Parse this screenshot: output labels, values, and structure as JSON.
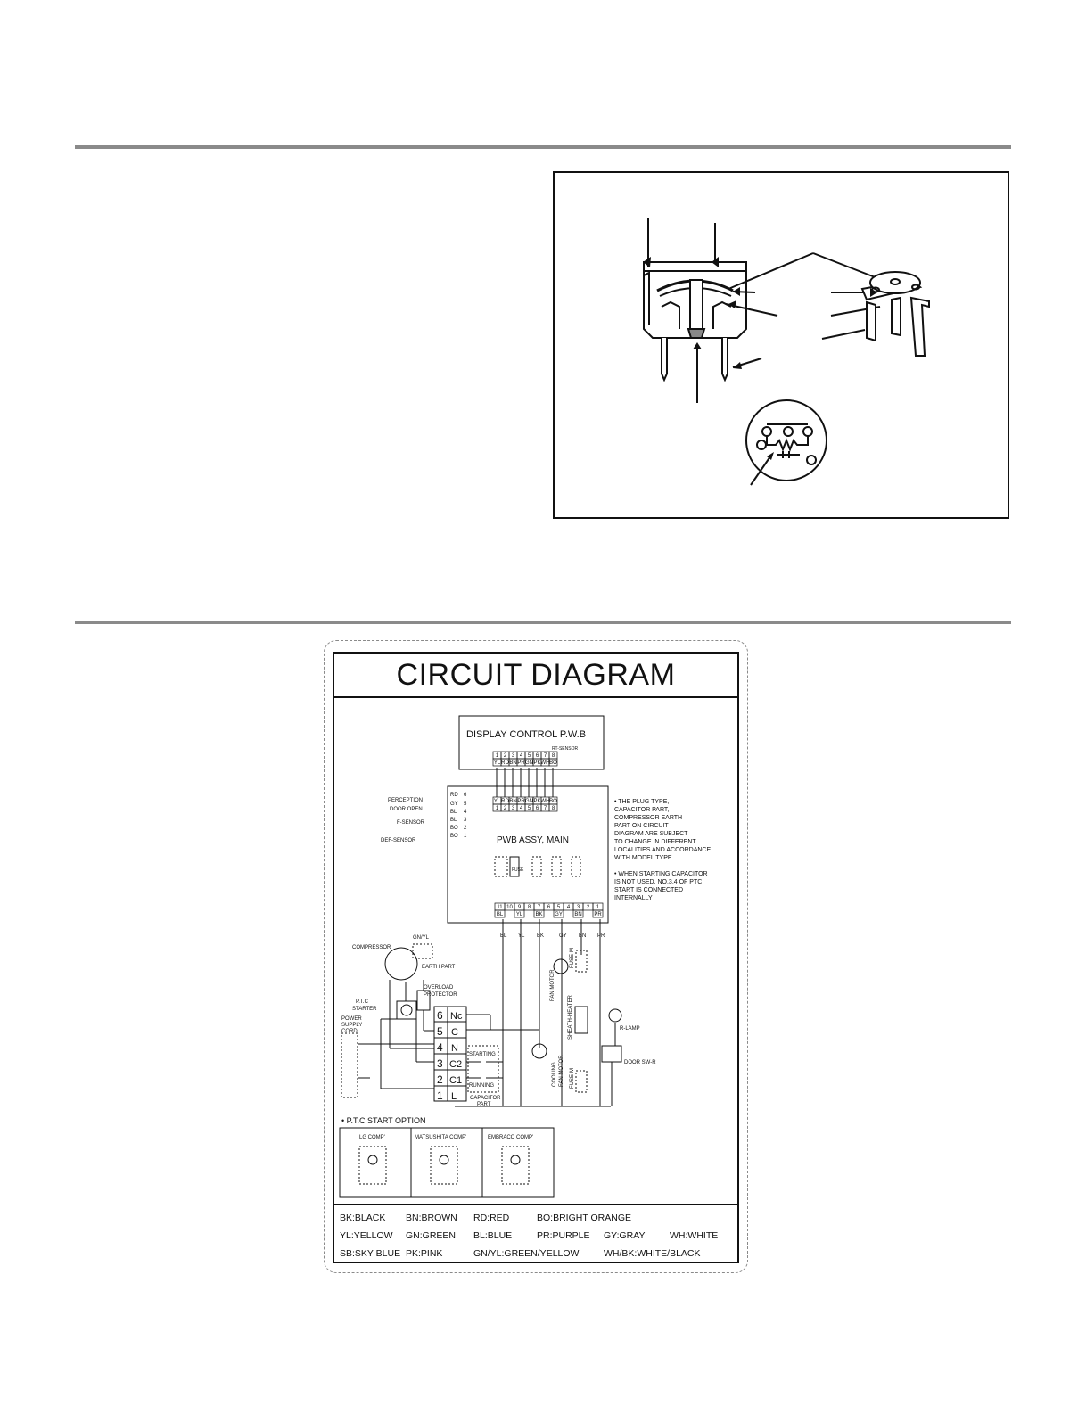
{
  "circuit": {
    "title": "CIRCUIT DIAGRAM",
    "display_pwb": "DISPLAY CONTROL P.W.B",
    "rt_sensor": "RT-SENSOR",
    "display_pins": [
      "1",
      "2",
      "3",
      "4",
      "5",
      "6",
      "7",
      "8"
    ],
    "display_colors": [
      "YL",
      "RD",
      "BN",
      "PR",
      "GN",
      "PK",
      "WH",
      "BO"
    ],
    "main_pwb": "PWB ASSY, MAIN",
    "fuse": "FUSE",
    "sensors": [
      {
        "label": "PERCEPTION",
        "color": "RD",
        "pin": "6"
      },
      {
        "label": "DOOR OPEN",
        "color": "GY",
        "pin": "5"
      },
      {
        "label": "",
        "color": "BL",
        "pin": "4"
      },
      {
        "label": "F-SENSOR",
        "color": "BL",
        "pin": "3"
      },
      {
        "label": "",
        "color": "BO",
        "pin": "2"
      },
      {
        "label": "DEF-SENSOR",
        "color": "BO",
        "pin": "1"
      }
    ],
    "out_pins": [
      "11",
      "10",
      "9",
      "8",
      "7",
      "6",
      "5",
      "4",
      "3",
      "2",
      "1"
    ],
    "out_colors": [
      "BL",
      "YL",
      "BK",
      "GY",
      "BN",
      "PR"
    ],
    "wire_labels": [
      "BL",
      "YL",
      "BK",
      "GY",
      "BN",
      "PR"
    ],
    "notes": [
      "• THE PLUG TYPE,",
      "  CAPACITOR PART,",
      "  COMPRESSOR EARTH",
      "  PART ON CIRCUIT",
      "  DIAGRAM ARE SUBJECT",
      "  TO CHANGE IN DIFFERENT",
      "  LOCALITIES AND ACCORDANCE",
      "  WITH MODEL TYPE",
      "",
      "• WHEN STARTING CAPACITOR",
      "  IS NOT USED, NO.3,4 OF PTC",
      "  START IS CONNECTED",
      "  INTERNALLY"
    ],
    "compressor": "COMPRESSOR",
    "gnyl": "GN/YL",
    "earth_part": "EARTH PART",
    "overload": [
      "OVERLOAD",
      "PROTECTOR"
    ],
    "ptc_starter": [
      "P.T.C",
      "STARTER"
    ],
    "power_cord": [
      "POWER",
      "SUPPLY",
      "CORD"
    ],
    "terminal_nums": [
      "6",
      "5",
      "4",
      "3",
      "2",
      "1"
    ],
    "terminal_letters": [
      "Nc",
      "C",
      "N",
      "C2",
      "C1",
      "L"
    ],
    "starting": "STARTING",
    "running": "RUNNING",
    "capacitor": [
      "CAPACITOR",
      "PART"
    ],
    "fan_motor": "FAN MOTOR",
    "cooling_fan": [
      "COOLING",
      "FAN MOTOR"
    ],
    "sheath_heater": "SHEATH-HEATER",
    "fuse_m": "FUSE-M",
    "r_lamp": "R-LAMP",
    "door_sw": "DOOR SW-R",
    "ptc_option_title": "• P.T.C START OPTION",
    "ptc_options": [
      "LG COMP'",
      "MATSUSHITA COMP'",
      "EMBRACO COMP'"
    ],
    "legend": [
      [
        "BK:BLACK",
        "BN:BROWN",
        "RD:RED",
        "BO:BRIGHT ORANGE"
      ],
      [
        "YL:YELLOW",
        "GN:GREEN",
        "BL:BLUE",
        "PR:PURPLE",
        "GY:GRAY",
        "WH:WHITE"
      ],
      [
        "SB:SKY BLUE",
        "PK:PINK",
        "GN/YL:GREEN/YELLOW",
        "WH/BK:WHITE/BLACK"
      ]
    ]
  }
}
